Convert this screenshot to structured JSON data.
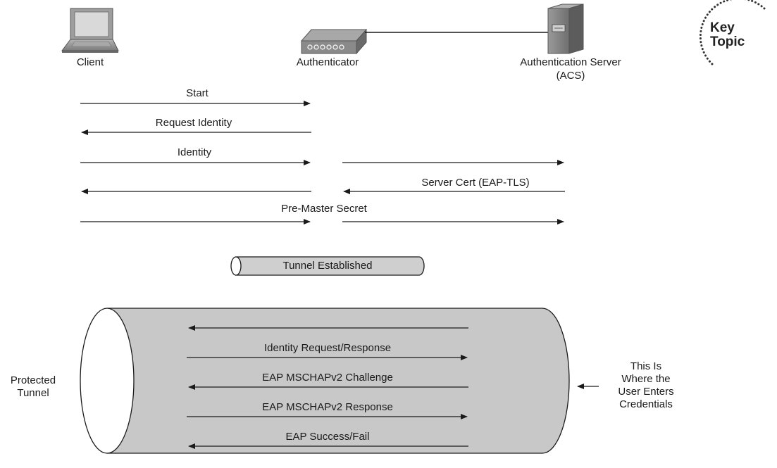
{
  "nodes": {
    "client": "Client",
    "authenticator": "Authenticator",
    "server_line1": "Authentication Server",
    "server_line2": "(ACS)"
  },
  "key_topic": {
    "line1": "Key",
    "line2": "Topic"
  },
  "messages": {
    "start": "Start",
    "request_identity": "Request Identity",
    "identity": "Identity",
    "server_cert": "Server Cert (EAP-TLS)",
    "pre_master_secret": "Pre-Master Secret"
  },
  "tunnel_established": "Tunnel Established",
  "protected_tunnel": {
    "line1": "Protected",
    "line2": "Tunnel"
  },
  "tunnel_messages": {
    "identity_request_response": "Identity Request/Response",
    "mschapv2_challenge": "EAP MSCHAPv2 Challenge",
    "mschapv2_response": "EAP MSCHAPv2 Response",
    "success_fail": "EAP Success/Fail"
  },
  "note": {
    "line1": "This Is",
    "line2": "Where the",
    "line3": "User Enters",
    "line4": "Credentials"
  },
  "colors": {
    "tunnel_fill": "#c8c8c8",
    "line": "#1a1a1a",
    "device": "#8c8c8c"
  }
}
